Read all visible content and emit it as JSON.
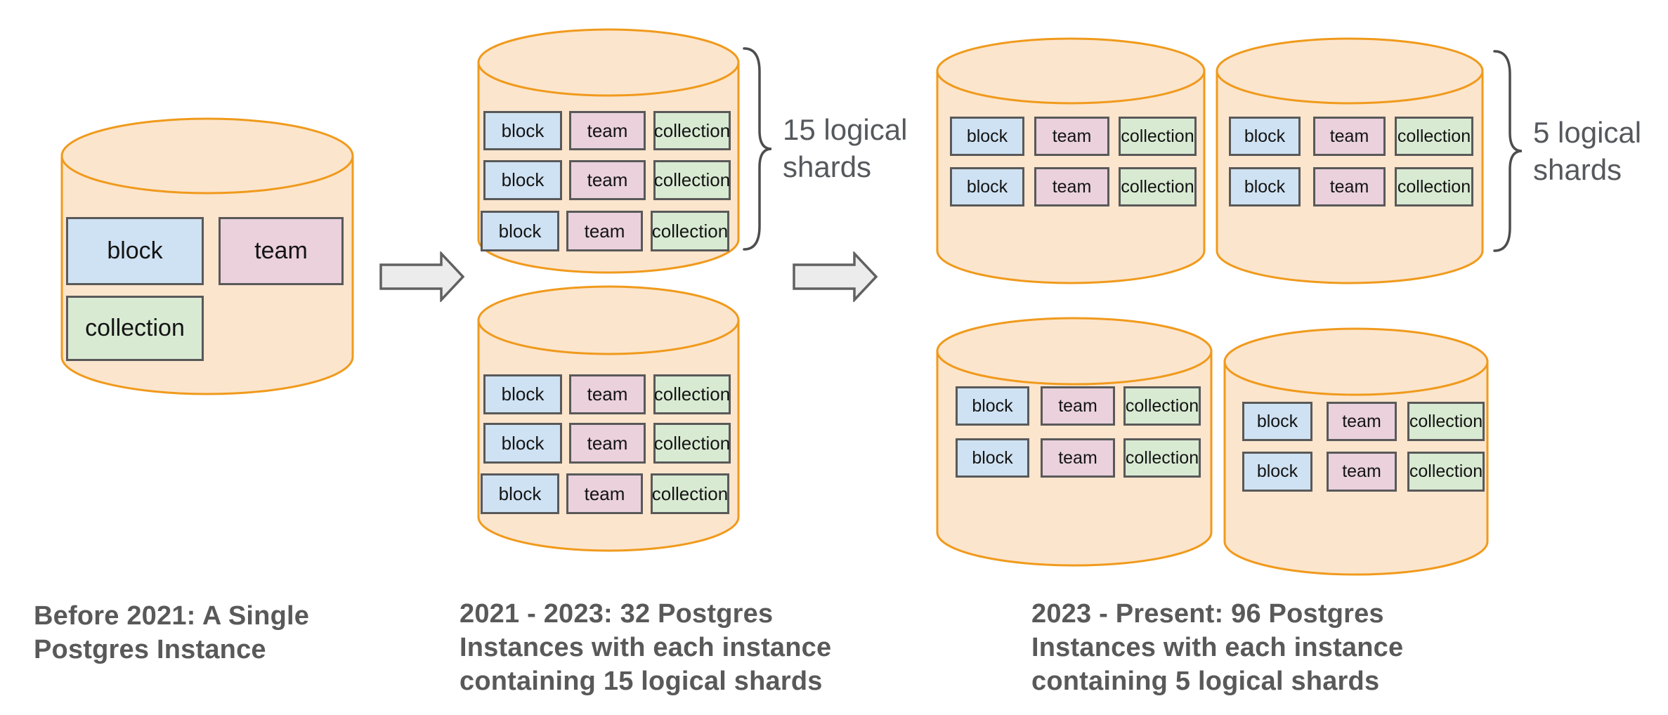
{
  "labels": {
    "block": "block",
    "team": "team",
    "collection": "collection"
  },
  "stages": {
    "before": {
      "caption_lines": [
        "Before 2021: A Single",
        "Postgres Instance"
      ]
    },
    "middle": {
      "caption_lines": [
        "2021 - 2023: 32 Postgres",
        "Instances with each instance",
        "containing 15 logical shards"
      ],
      "shard_label_lines": [
        "15 logical",
        "shards"
      ]
    },
    "present": {
      "caption_lines": [
        "2023 - Present: 96 Postgres",
        "Instances with each instance",
        "containing 5 logical shards"
      ],
      "shard_label_lines": [
        "5 logical",
        "shards"
      ]
    }
  },
  "colors": {
    "cylinder_fill": "#fce5cd",
    "cylinder_stroke": "#f09a1c",
    "block_fill": "#cfe2f3",
    "team_fill": "#ead1dc",
    "collection_fill": "#d9ead3",
    "box_border": "#595959",
    "box_text": "#141414",
    "caption_text": "#595959",
    "shard_label_text": "#55585c",
    "brace_stroke": "#4d4d4d",
    "arrow_fill": "#ececec",
    "arrow_stroke": "#616161"
  }
}
